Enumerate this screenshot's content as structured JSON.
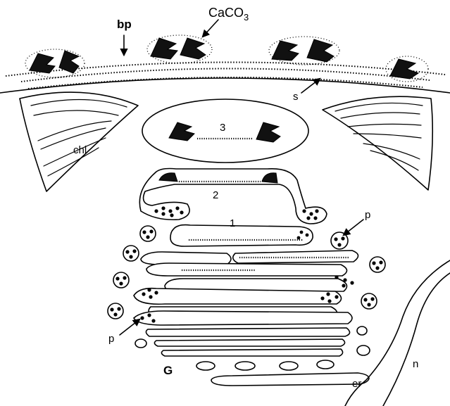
{
  "labels": {
    "bp": "bp",
    "caco3_main": "CaCO",
    "caco3_sub": "3",
    "s": "s",
    "chl": "chl",
    "stage3": "3",
    "stage2": "2",
    "stage1": "1",
    "p_upper": "p",
    "p_lower": "p",
    "golgi": "G",
    "er": "er",
    "nucleus": "n"
  }
}
